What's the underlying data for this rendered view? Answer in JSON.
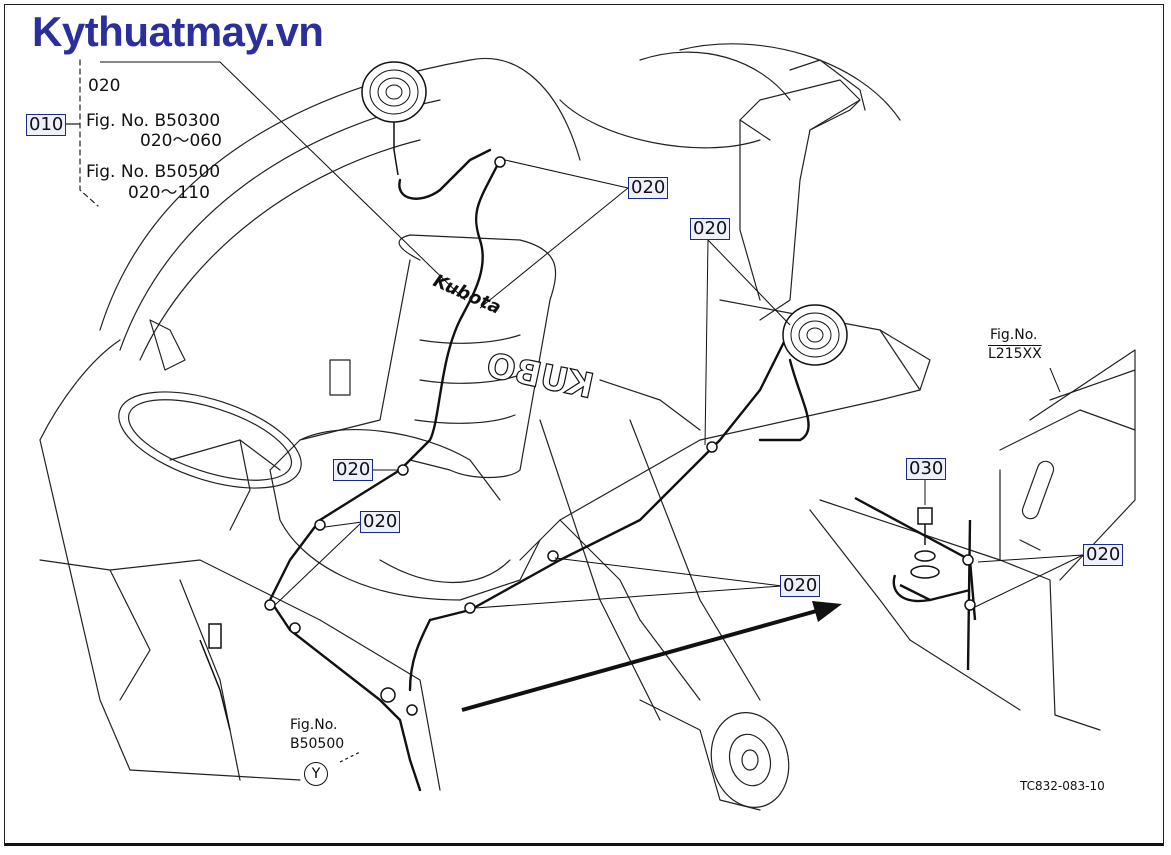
{
  "watermark": "Kythuatmay.vn",
  "reference_block": {
    "callout_010": "010",
    "item_020": "020",
    "fig1": "Fig. No. B50300",
    "fig1_range": "020～060",
    "fig2": "Fig. No. B50500",
    "fig2_range": "020～110"
  },
  "callouts": {
    "c1": "020",
    "c2": "020",
    "c3": "020",
    "c4": "020",
    "c5": "020",
    "c6": "020",
    "c7": "030"
  },
  "fig_l215": {
    "label": "Fig.No.",
    "number": "L215XX"
  },
  "fig_b50500": {
    "label": "Fig.No.",
    "number": "B50500",
    "view": "Y"
  },
  "seat_brand": "Kubota",
  "body_text": "KUBO",
  "drawing_code": "TC832-083-10",
  "colors": {
    "line": "#111111",
    "watermark": "#2a2f9c",
    "callout_box": "#eef0fb",
    "callout_border": "#1a2a8c"
  }
}
